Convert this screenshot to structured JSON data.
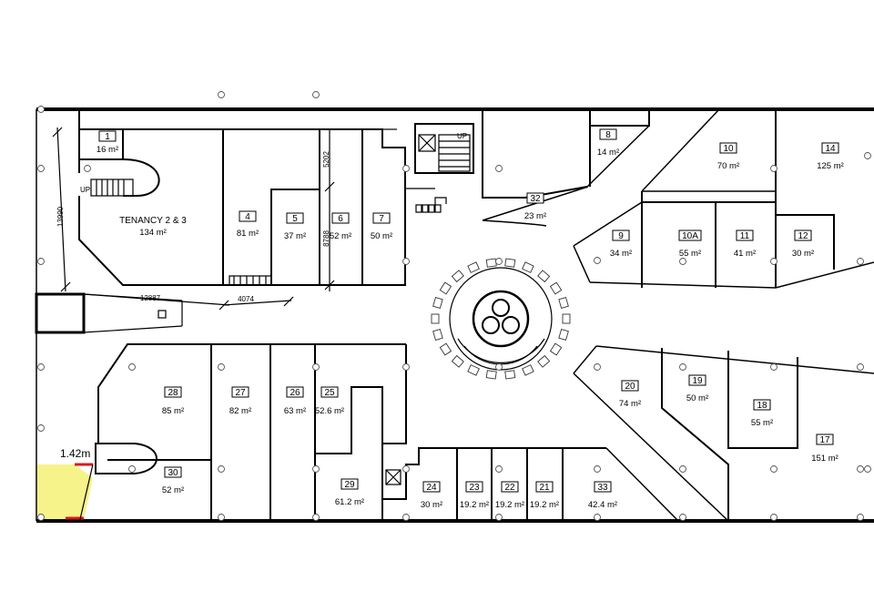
{
  "tenancies": [
    {
      "id": "1",
      "area": "16 m²"
    },
    {
      "id": "TENANCY 2 & 3",
      "area": "134 m²"
    },
    {
      "id": "4",
      "area": "81 m²"
    },
    {
      "id": "5",
      "area": "37 m²"
    },
    {
      "id": "6",
      "area": "52 m²"
    },
    {
      "id": "7",
      "area": "50 m²"
    },
    {
      "id": "8",
      "area": "14 m²"
    },
    {
      "id": "32",
      "area": "23 m²"
    },
    {
      "id": "9",
      "area": "34 m²"
    },
    {
      "id": "10",
      "area": "70 m²"
    },
    {
      "id": "10A",
      "area": "55 m²"
    },
    {
      "id": "11",
      "area": "41 m²"
    },
    {
      "id": "12",
      "area": "30 m²"
    },
    {
      "id": "14",
      "area": "125 m²"
    },
    {
      "id": "28",
      "area": "85 m²"
    },
    {
      "id": "27",
      "area": "82 m²"
    },
    {
      "id": "26",
      "area": "63 m²"
    },
    {
      "id": "25",
      "area": "52.6 m²"
    },
    {
      "id": "30",
      "area": "52 m²"
    },
    {
      "id": "29",
      "area": "61.2 m²"
    },
    {
      "id": "24",
      "area": "30 m²"
    },
    {
      "id": "23",
      "area": "19.2 m²"
    },
    {
      "id": "22",
      "area": "19.2 m²"
    },
    {
      "id": "21",
      "area": "19.2 m²"
    },
    {
      "id": "33",
      "area": "42.4 m²"
    },
    {
      "id": "20",
      "area": "74 m²"
    },
    {
      "id": "19",
      "area": "50 m²"
    },
    {
      "id": "18",
      "area": "55 m²"
    },
    {
      "id": "17",
      "area": "151 m²"
    }
  ],
  "dimensions": {
    "d13990": "13990",
    "d5202": "5202",
    "d8788": "8788",
    "d12887": "12887",
    "d4074": "4074",
    "d142": "1.42m"
  },
  "stairs": {
    "up_left": "UP",
    "up_top": "UP"
  },
  "colors": {
    "highlight": "#f6f38a",
    "accent": "#e0141b"
  }
}
